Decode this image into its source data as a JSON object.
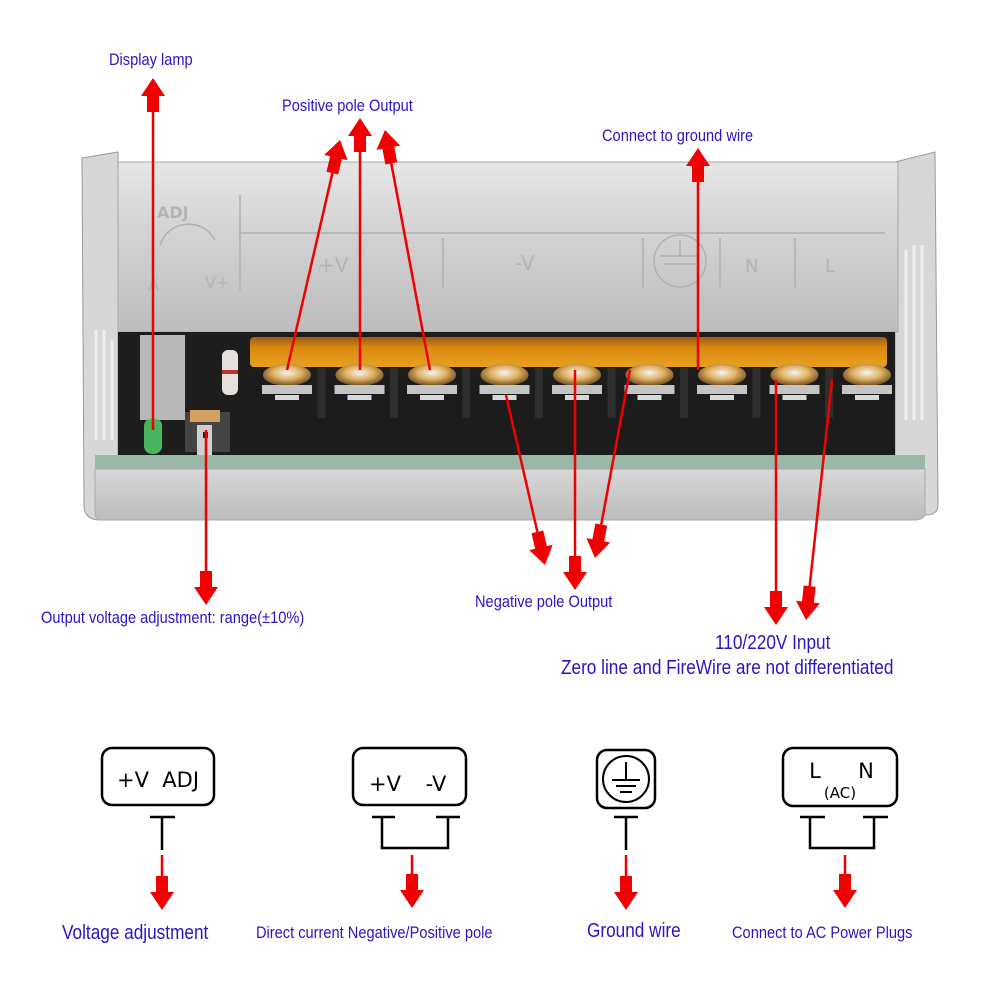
{
  "photo_labels": {
    "display_lamp": "Display lamp",
    "positive_pole_output": "Positive pole Output",
    "connect_to_ground_wire": "Connect to ground wire",
    "output_voltage_adjustment": "Output voltage adjustment: range(±10%)",
    "negative_pole_output": "Negative pole Output",
    "input_voltage": "110/220V Input",
    "input_note": "Zero line and  FireWire are not differentiated"
  },
  "case_embossing": {
    "adj": "ADJ",
    "adj_left": "A",
    "adj_right": "V+",
    "plus_v": "+V",
    "minus_v": "-V",
    "n": "N",
    "l": "L"
  },
  "terminals": {
    "count": 9,
    "groups": [
      "+V",
      "+V",
      "+V",
      "-V",
      "-V",
      "-V",
      "ground",
      "N",
      "L"
    ]
  },
  "legend": [
    {
      "box_text": "+V  ADJ",
      "caption": "Voltage adjustment",
      "symbol": "adj-box"
    },
    {
      "box_text_left": "+V",
      "box_text_right": "-V",
      "caption": "Direct current Negative/Positive pole",
      "symbol": "dc-box"
    },
    {
      "caption": "Ground wire",
      "symbol": "ground-icon"
    },
    {
      "box_text_left": "L",
      "box_text_right": "N",
      "box_sub": "(AC)",
      "caption": "Connect to AC Power Plugs",
      "symbol": "ac-box"
    }
  ],
  "colors": {
    "label_text": "#2a14c8",
    "arrow": "#f00000",
    "case": "#c8c8c8",
    "terminal_block": "#1c1c1c",
    "cover": "#d98a10"
  }
}
